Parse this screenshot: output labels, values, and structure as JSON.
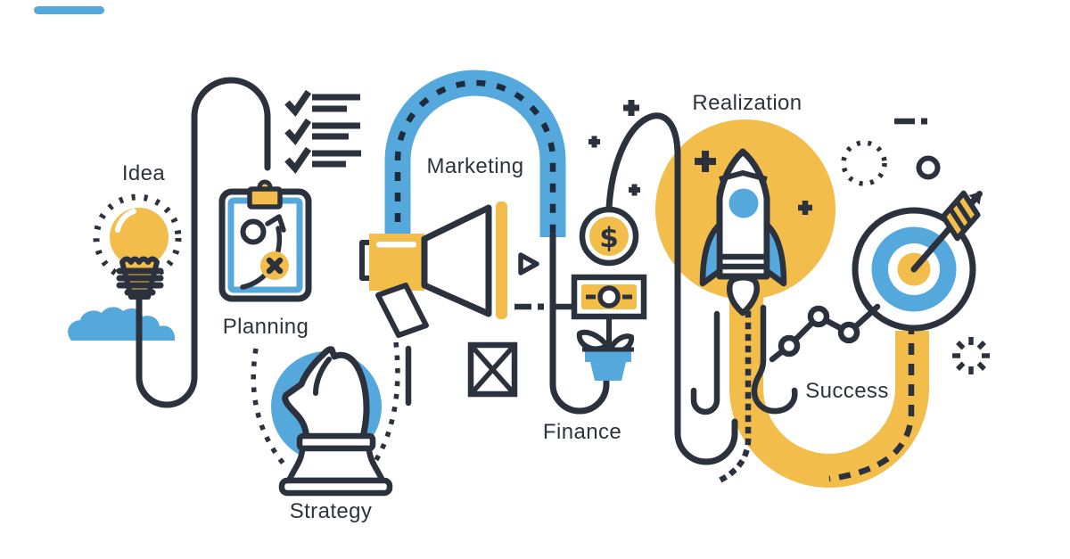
{
  "illustration": {
    "name": "business-process-flow",
    "description_labels_order": [
      "Idea",
      "Planning",
      "Strategy",
      "Marketing",
      "Finance",
      "Realization",
      "Success"
    ]
  },
  "colors": {
    "yellow": "#F2BD4A",
    "blue": "#55A8DC",
    "dark_line": "#2B323E",
    "arch_dash": "#1E2B3C",
    "text": "#2E343C",
    "background": "#FFFFFF"
  },
  "stages": [
    {
      "id": "idea",
      "label": "Idea",
      "icon": "lightbulb-icon"
    },
    {
      "id": "planning",
      "label": "Planning",
      "icon": "clipboard-strategy-icon"
    },
    {
      "id": "strategy",
      "label": "Strategy",
      "icon": "chess-knight-icon"
    },
    {
      "id": "marketing",
      "label": "Marketing",
      "icon": "megaphone-icon"
    },
    {
      "id": "finance",
      "label": "Finance",
      "icon": "money-plant-icon"
    },
    {
      "id": "realization",
      "label": "Realization",
      "icon": "rocket-icon"
    },
    {
      "id": "success",
      "label": "Success",
      "icon": "target-arrow-icon"
    }
  ],
  "finance": {
    "coin_symbol": "$"
  },
  "decorations": [
    "accent-bar",
    "checklist-icon",
    "cloud-icon",
    "dotted-ring",
    "plus-icon",
    "dollar-coin-icon",
    "banknote-icon",
    "plant-pot-icon",
    "crossed-box-icon",
    "play-triangle-icon",
    "dash-dot-icon",
    "growth-chart-icon",
    "sunburst-icon",
    "small-ring-icon",
    "dotted-circle-icon",
    "flow-line",
    "dashed-path"
  ]
}
